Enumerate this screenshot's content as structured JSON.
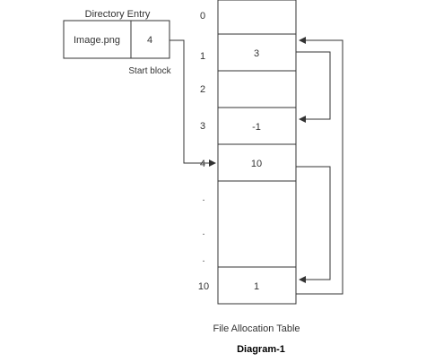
{
  "directory_entry": {
    "title": "Directory Entry",
    "filename": "Image.png",
    "start": "4",
    "start_label": "Start block"
  },
  "fat": {
    "index_labels": [
      "0",
      "1",
      "2",
      "3",
      "4",
      ".",
      ".",
      ".",
      "10"
    ],
    "cell_values": [
      "",
      "3",
      "",
      "-1",
      "10",
      "",
      "1"
    ],
    "caption": "File Allocation Table"
  },
  "figure_label": "Diagram-1",
  "colors": {
    "stroke": "#333333",
    "text": "#333333"
  }
}
